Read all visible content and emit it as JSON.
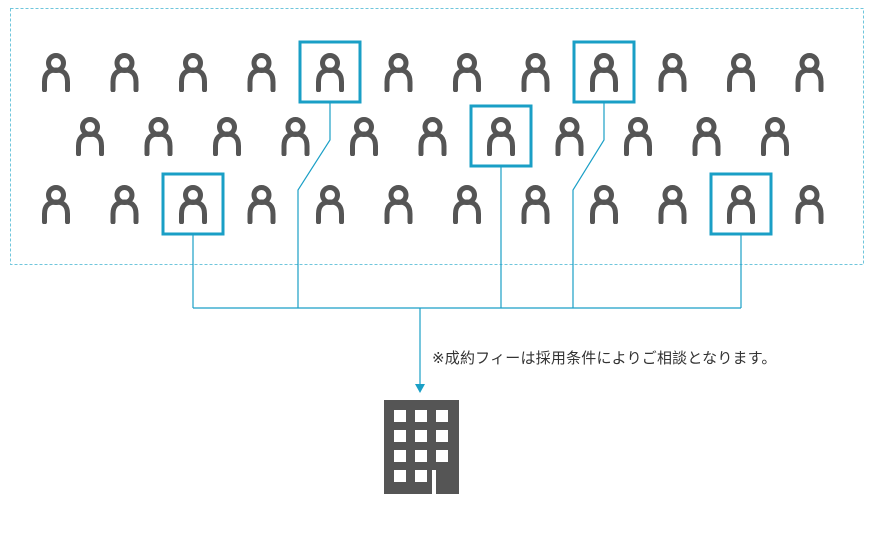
{
  "diagram": {
    "note": "※成約フィーは採用条件によりご相談となります。",
    "colors": {
      "person": "#555555",
      "highlight": "#1a9fc6",
      "dashed_border": "#6fc6dc",
      "building": "#555555",
      "building_window": "#ffffff"
    },
    "rows": [
      {
        "people": 12,
        "selected": [
          4,
          8
        ]
      },
      {
        "people": 11,
        "selected": [
          6
        ]
      },
      {
        "people": 12,
        "selected": [
          2,
          10
        ]
      }
    ],
    "building_icon": "office-building-icon",
    "person_icon": "person-icon"
  }
}
